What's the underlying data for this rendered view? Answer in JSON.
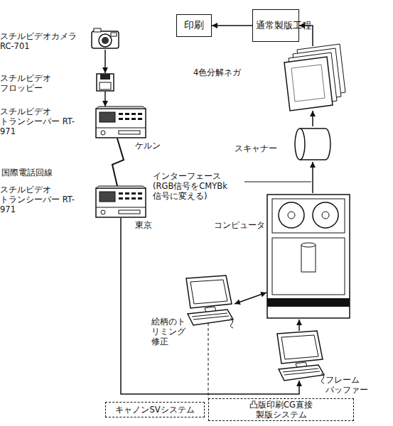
{
  "diagram": {
    "nodes": [
      {
        "text": [
          "印刷"
        ]
      },
      {
        "text": [
          "通常製版工程"
        ]
      },
      {
        "text": [
          "スチルビデオカメラ RC-701"
        ]
      },
      {
        "text": [
          "スチルビデオ フロッピー"
        ]
      },
      {
        "text": [
          "4色分解ネガ"
        ]
      },
      {
        "text": [
          "スチルビデオ トランシーバー RT-971",
          "ケルン"
        ]
      },
      {
        "text": [
          "スキャナー"
        ]
      },
      {
        "text": [
          "スチルビデオ トランシーバー RT-971",
          "東京"
        ]
      },
      {
        "text": [
          "コンピュータ"
        ]
      },
      {
        "text": [
          "絵柄のトリミング修正"
        ]
      },
      {
        "text": [
          "フレーム バッファー"
        ]
      },
      {
        "text": [
          "キャノンSVシステム"
        ]
      },
      {
        "text": [
          "凸版印刷CG直接製版システム"
        ]
      }
    ],
    "edges": [
      {
        "from": 2,
        "to": 3,
        "arrow": "to"
      },
      {
        "from": 3,
        "to": 5,
        "arrow": "to"
      },
      {
        "from": 5,
        "to": 7,
        "arrow": "none",
        "label": "国際電話回線"
      },
      {
        "from": 7,
        "to": 10,
        "arrow": "to"
      },
      {
        "from": 10,
        "to": 8,
        "arrow": "to"
      },
      {
        "from": 9,
        "to": 8,
        "arrow": "both"
      },
      {
        "from": 8,
        "to": 6,
        "arrow": "to",
        "label": "インターフェース (RGB信号をCMYBk 信号に変える)"
      },
      {
        "from": 6,
        "to": 4,
        "arrow": "to"
      },
      {
        "from": 4,
        "to": 1,
        "arrow": "to"
      },
      {
        "from": 1,
        "to": 0,
        "arrow": "to"
      }
    ]
  }
}
